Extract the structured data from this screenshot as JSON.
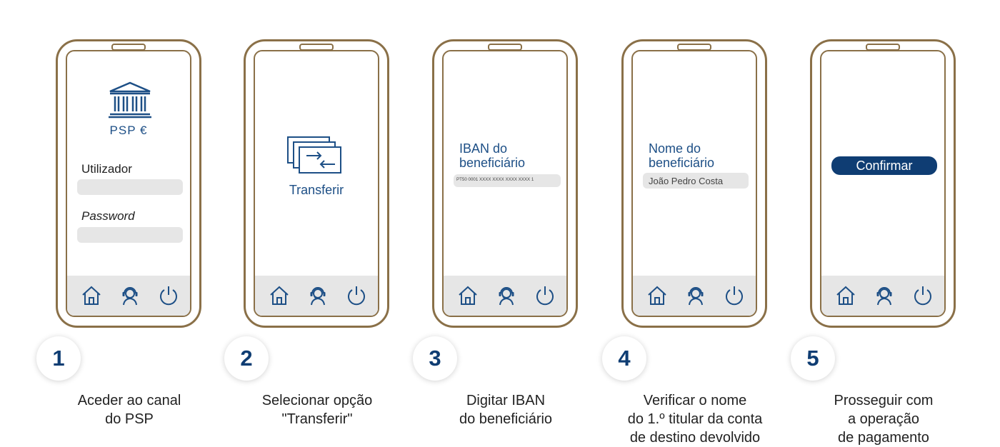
{
  "steps": [
    {
      "number": "1",
      "caption": [
        "Aceder ao canal",
        "do PSP"
      ],
      "screen": {
        "bank_label": "PSP €",
        "user_label": "Utilizador",
        "password_label": "Password"
      }
    },
    {
      "number": "2",
      "caption": [
        "Selecionar opção",
        "\"Transferir\""
      ],
      "screen": {
        "transfer_label": "Transferir"
      }
    },
    {
      "number": "3",
      "caption": [
        "Digitar IBAN",
        "do beneficiário"
      ],
      "screen": {
        "title": [
          "IBAN do",
          "beneficiário"
        ],
        "iban_value": "PT50 0001 XXXX XXXX XXXX XXXX 1"
      }
    },
    {
      "number": "4",
      "caption": [
        "Verificar o nome",
        "do 1.º titular da conta",
        "de destino devolvido"
      ],
      "screen": {
        "title": [
          "Nome do",
          "beneficiário"
        ],
        "name_value": "João Pedro Costa"
      }
    },
    {
      "number": "5",
      "caption": [
        "Prosseguir com",
        "a operação",
        "de pagamento"
      ],
      "screen": {
        "button_label": "Confirmar"
      }
    }
  ],
  "nav_icons": [
    "home-icon",
    "support-agent-icon",
    "power-icon"
  ],
  "colors": {
    "frame": "#8a7048",
    "brand_blue": "#0f3d73",
    "text_blue": "#1d4f86",
    "field_gray": "#e6e6e6"
  }
}
